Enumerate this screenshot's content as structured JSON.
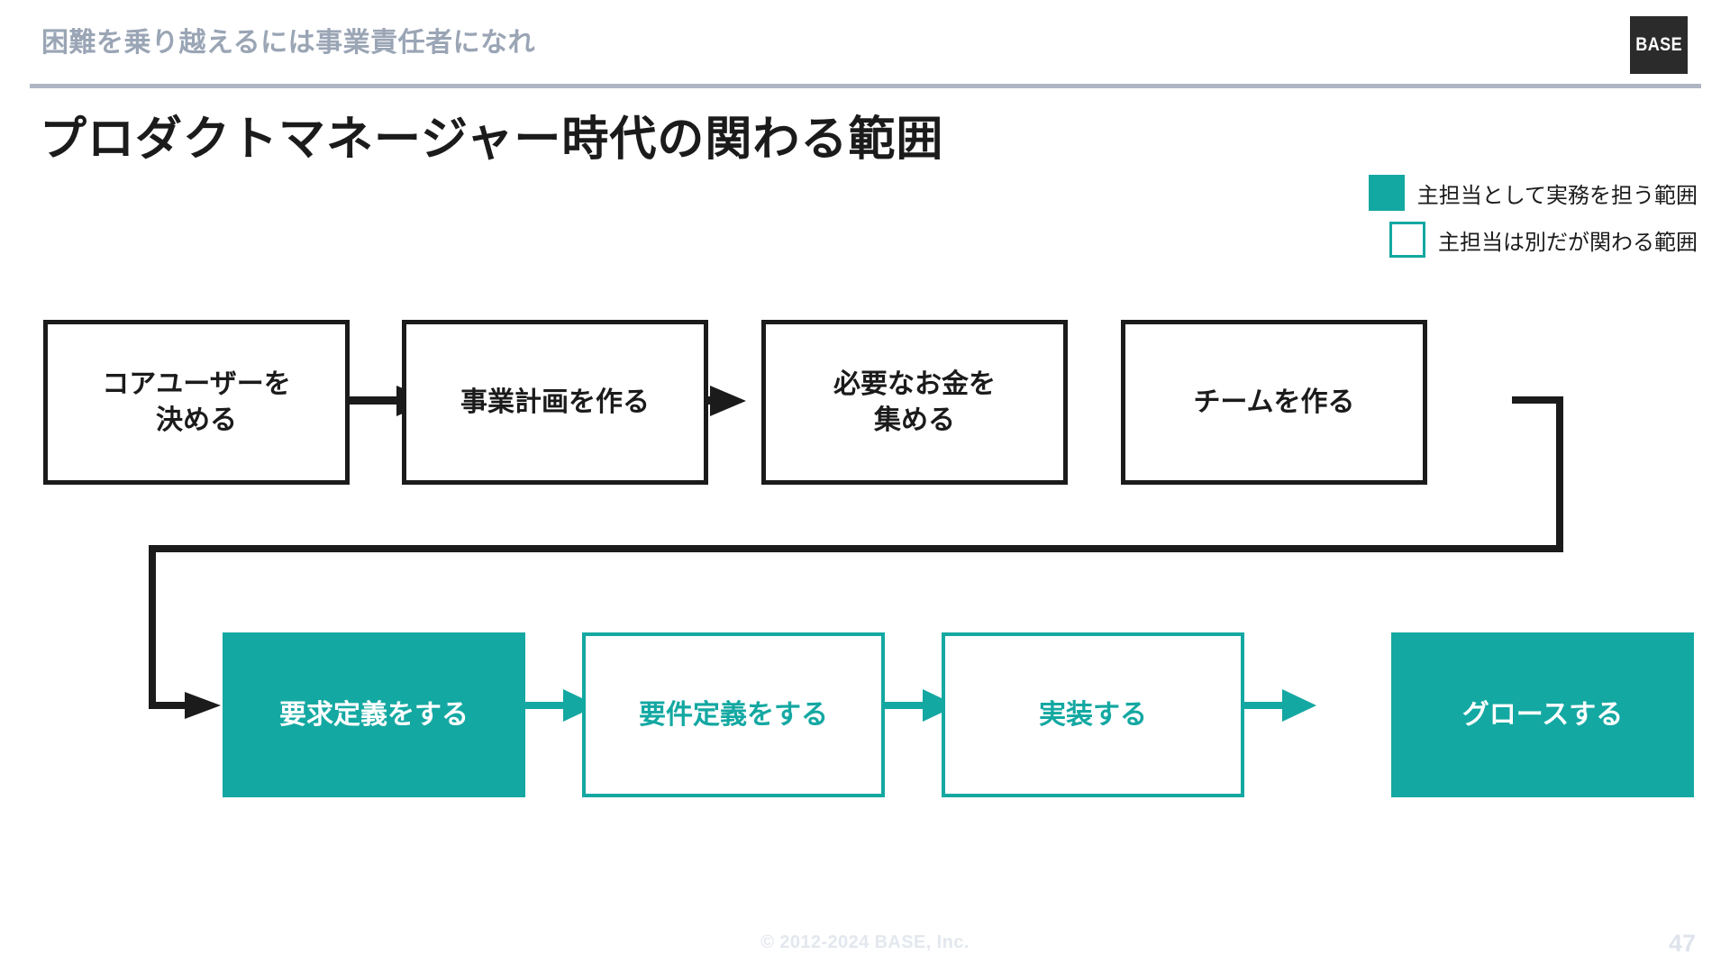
{
  "header": {
    "kicker": "困難を乗り越えるには事業責任者になれ",
    "logo_text": "BASE"
  },
  "title": "プロダクトマネージャー時代の関わる範囲",
  "legend": {
    "items": [
      {
        "label": "主担当として実務を担う範囲",
        "style": "filled",
        "color": "#14a8a2"
      },
      {
        "label": "主担当は別だが関わる範囲",
        "style": "outline",
        "color": "#14a8a2"
      }
    ]
  },
  "diagram": {
    "top_row": [
      {
        "label": "コアユーザーを\n決める"
      },
      {
        "label": "事業計画を作る"
      },
      {
        "label": "必要なお金を\n集める"
      },
      {
        "label": "チームを作る"
      }
    ],
    "bottom_row": [
      {
        "label": "要求定義をする",
        "style": "teal-fill"
      },
      {
        "label": "要件定義をする",
        "style": "teal-outline"
      },
      {
        "label": "実装する",
        "style": "teal-outline"
      },
      {
        "label": "グロースする",
        "style": "teal-fill"
      }
    ],
    "colors": {
      "dark": "#1b1b1b",
      "teal": "#14a8a2",
      "kicker": "#9aa5b5",
      "rule": "#aeb6c4"
    }
  },
  "footer": {
    "copyright": "© 2012-2024 BASE, Inc.",
    "page_number": "47"
  }
}
